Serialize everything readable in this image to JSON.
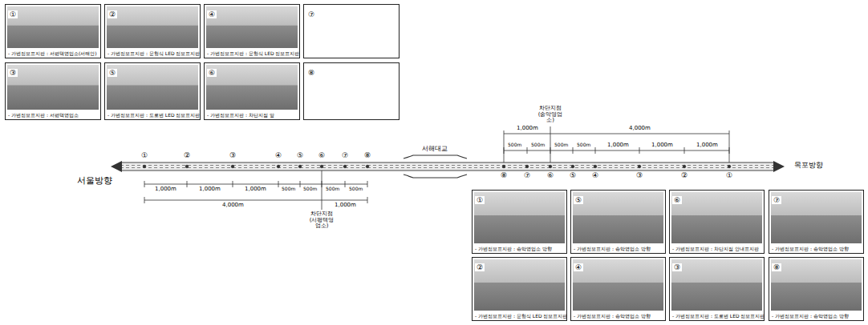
{
  "diagram": {
    "nodes": [
      {
        "text": [
          "①",
          "- 가변정보표지판 : 서평택영업소(서해안)"
        ]
      },
      {
        "text": [
          "②",
          "- 가변정보표지판 : 문형식 LED 정보표지판"
        ]
      },
      {
        "text": [
          "④",
          "- 가변정보표지판 : 문형식 LED 정보표지판"
        ]
      },
      {
        "text": [
          "⑦"
        ]
      },
      {
        "text": [
          "③",
          "- 가변정보표지판 : 서평택영업소"
        ]
      },
      {
        "text": [
          "⑤",
          "- 가변정보표지판 : 도로변 LED 정보표지판"
        ]
      },
      {
        "text": [
          "⑥",
          "- 가변정보표지판 : 차단지점 앞"
        ]
      },
      {
        "text": [
          "⑧"
        ]
      },
      {
        "text": [
          "①",
          "- 가변정보표지판 : 송악영업소 방향"
        ]
      },
      {
        "text": [
          "⑤",
          "- 가변정보표지판 : 송악영업소 방향"
        ]
      },
      {
        "text": [
          "⑥",
          "- 가변정보표지판 : 차단지점 안내표지판"
        ]
      },
      {
        "text": [
          "⑦",
          "- 가변정보표지판 : 송악영업소 방향"
        ]
      },
      {
        "text": [
          "②",
          "- 가변정보표지판 : 문형식 LED 정보표지판"
        ]
      },
      {
        "text": [
          "④",
          "- 가변정보표지판 : 송악영업소 방향"
        ]
      },
      {
        "text": [
          "③",
          "- 가변정보표지판 : 도로변 LED 정보표지판"
        ]
      },
      {
        "text": [
          "⑧",
          "- 가변정보표지판 : 송악영업소 방향"
        ]
      }
    ],
    "labels": [
      "서울방향",
      "목포방향",
      "서해대교",
      "차단지점 (서평택영업소)",
      "차단지점 (송악영업소)",
      "①",
      "②",
      "③",
      "④",
      "⑤",
      "⑥",
      "⑦",
      "⑧",
      "1,000m",
      "1,000m",
      "1,000m",
      "500m",
      "500m",
      "500m",
      "500m",
      "4,000m",
      "1,000m",
      "⑧",
      "⑦",
      "⑥",
      "⑤",
      "④",
      "③",
      "②",
      "①",
      "500m",
      "500m",
      "500m",
      "500m",
      "1,000m",
      "1,000m",
      "1,000m",
      "1,000m",
      "4,000m"
    ]
  }
}
